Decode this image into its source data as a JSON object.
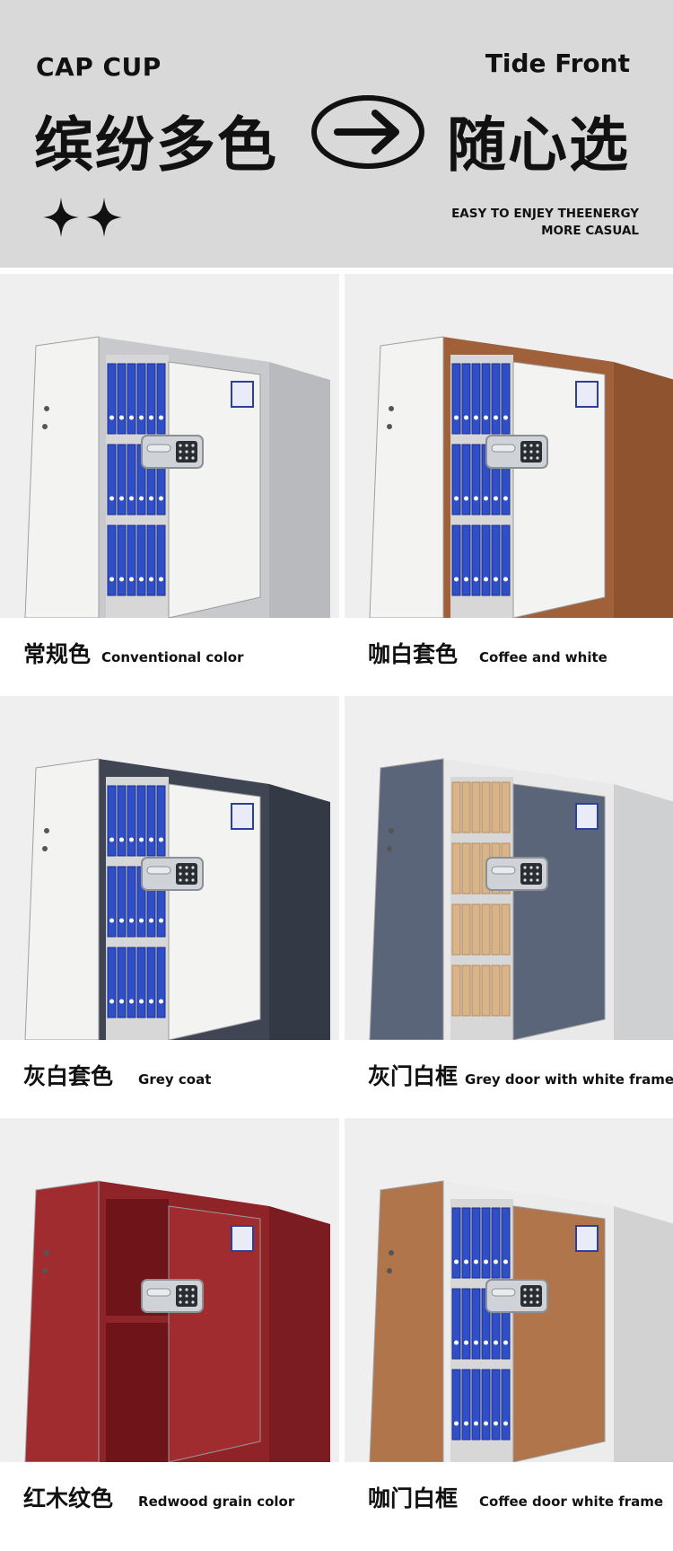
{
  "header": {
    "cap_cup": "CAP CUP",
    "tide_front": "Tide Front",
    "headline_left": "缤纷多色",
    "headline_right": "随心选",
    "slogan_line1": "EASY TO ENJEY THEENERGY",
    "slogan_line2": "MORE CASUAL",
    "icons": [
      "arrow-right-circle-icon",
      "four-point-star-icon",
      "four-point-star-icon"
    ]
  },
  "variants": [
    {
      "cn": "常规色",
      "en": "Conventional color",
      "frame": "#c8c9cc",
      "door": "#f3f3f1",
      "side": "#b9babd",
      "contents": "binders"
    },
    {
      "cn": "咖白套色",
      "en": "Coffee and white",
      "frame": "#a0603a",
      "door": "#f3f3f1",
      "side": "#8f5330",
      "contents": "binders"
    },
    {
      "cn": "灰白套色",
      "en": "Grey coat",
      "frame": "#3f4552",
      "door": "#f3f3f1",
      "side": "#343946",
      "contents": "binders"
    },
    {
      "cn": "灰门白框",
      "en": "Grey door with white frame",
      "frame": "#e9e9e9",
      "door": "#5a6579",
      "side": "#cfd0d2",
      "contents": "boxes"
    },
    {
      "cn": "红木纹色",
      "en": "Redwood grain color",
      "frame": "#8e2328",
      "door": "#a12c30",
      "side": "#7a1c22",
      "contents": "empty"
    },
    {
      "cn": "咖门白框",
      "en": "Coffee door white frame",
      "frame": "#ececec",
      "door": "#b0754b",
      "side": "#d2d2d3",
      "contents": "binders"
    }
  ]
}
